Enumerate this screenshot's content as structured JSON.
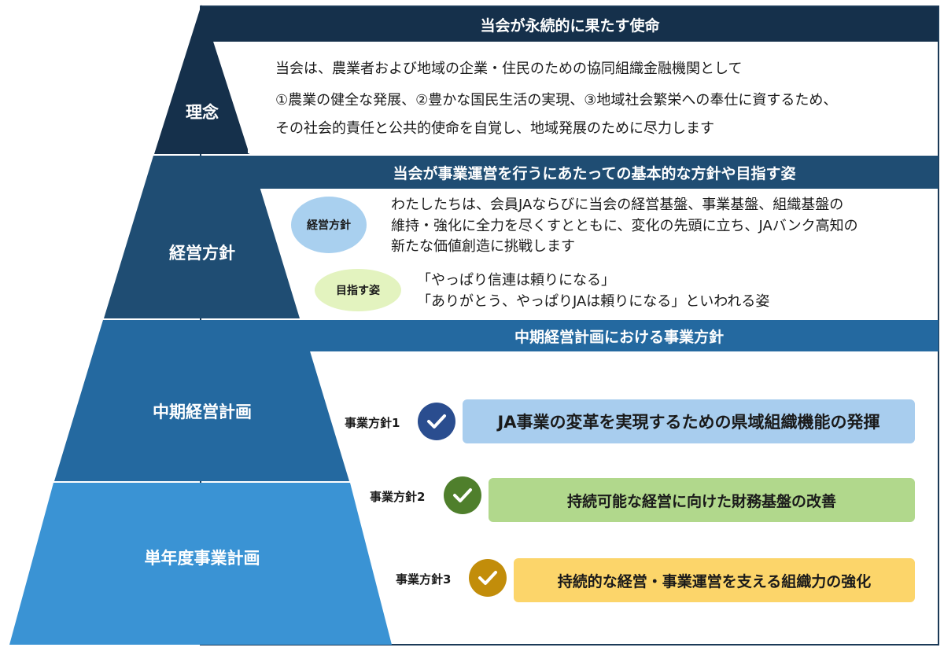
{
  "colors": {
    "tier1": "#15304b",
    "tier2": "#1f4d73",
    "tier3": "#2469a0",
    "tier4": "#3a93d4",
    "header_mid": "#1f4d73",
    "header_policy": "#2469a0",
    "oval_blue": "#a9d0ef",
    "oval_green": "#e3f3bf",
    "policy1_box": "#a8cdee",
    "policy1_check": "#2a4d8f",
    "policy2_box": "#b1d88c",
    "policy2_check": "#4f7f2c",
    "policy3_box": "#fcd56a",
    "policy3_check": "#c28d0a"
  },
  "tiers": [
    {
      "label": "理念"
    },
    {
      "label": "経営方針"
    },
    {
      "label": "中期経営計画"
    },
    {
      "label": "単年度事業計画"
    }
  ],
  "mission": {
    "header": "当会が永続的に果たす使命",
    "lines": [
      "当会は、農業者および地域の企業・住民のための協同組織金融機関として",
      "①農業の健全な発展、②豊かな国民生活の実現、③地域社会繁栄への奉仕に資するため、",
      "その社会的責任と公共的使命を自覚し、地域発展のために尽力します"
    ]
  },
  "management": {
    "header": "当会が事業運営を行うにあたっての基本的な方針や目指す姿",
    "policy": {
      "label": "経営方針",
      "lines": [
        "わたしたちは、会員JAならびに当会の経営基盤、事業基盤、組織基盤の",
        "維持・強化に全力を尽くすとともに、変化の先頭に立ち、JAバンク高知の",
        "新たな価値創造に挑戦します"
      ]
    },
    "vision": {
      "label": "目指す姿",
      "lines": [
        "「やっぱり信連は頼りになる」",
        "「ありがとう、やっぱりJAは頼りになる」といわれる姿"
      ]
    }
  },
  "midterm": {
    "header": "中期経営計画における事業方針",
    "policies": [
      {
        "label": "事業方針1",
        "text": "JA事業の変革を実現するための県域組織機能の発揮",
        "icon": "check-icon"
      },
      {
        "label": "事業方針2",
        "text": "持続可能な経営に向けた財務基盤の改善",
        "icon": "check-icon"
      },
      {
        "label": "事業方針3",
        "text": "持続的な経営・事業運営を支える組織力の強化",
        "icon": "check-icon"
      }
    ]
  }
}
